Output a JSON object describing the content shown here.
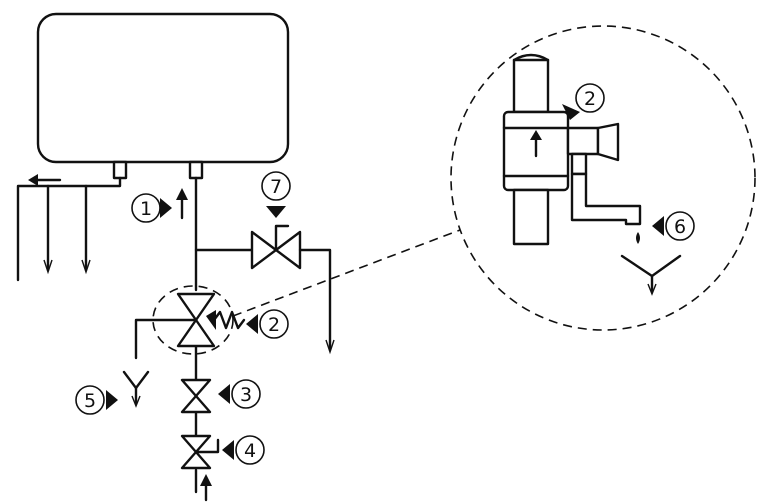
{
  "callouts": [
    {
      "id": "1",
      "label": "1"
    },
    {
      "id": "2",
      "label": "2"
    },
    {
      "id": "3",
      "label": "3"
    },
    {
      "id": "4",
      "label": "4"
    },
    {
      "id": "5",
      "label": "5"
    },
    {
      "id": "6",
      "label": "6"
    },
    {
      "id": "7",
      "label": "7"
    },
    {
      "id": "2b",
      "label": "2"
    }
  ],
  "icons": {
    "flow_arrow": "up-arrow-icon",
    "outlet_arrow": "left-arrow-icon",
    "pointer": "triangle-pointer-icon"
  }
}
